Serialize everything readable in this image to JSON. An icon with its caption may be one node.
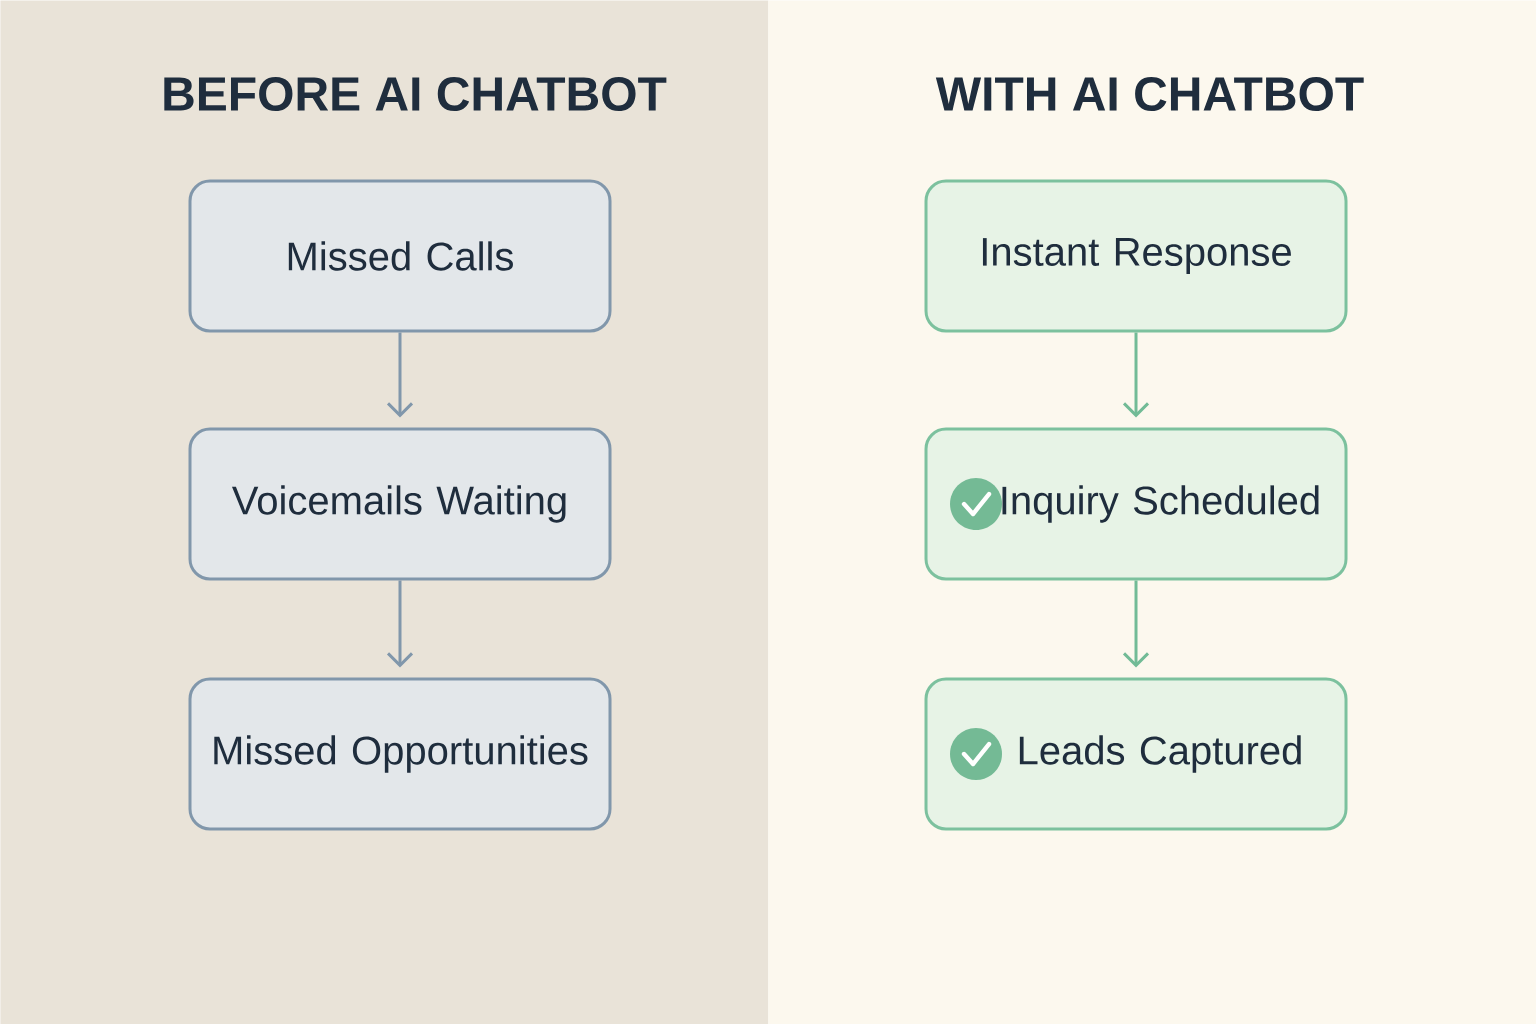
{
  "diagram": {
    "nodes": [
      {
        "text": [
          "BEFORE AI CHATBOT"
        ]
      },
      {
        "text": [
          "Missed Calls"
        ],
        "in": 0
      },
      {
        "text": [
          "Voicemails Waiting"
        ],
        "in": 0
      },
      {
        "text": [
          "Missed Opportunities"
        ],
        "in": 0
      },
      {
        "text": [
          "WITH AI CHATBOT"
        ]
      },
      {
        "text": [
          "Instant Response"
        ],
        "in": 4
      },
      {
        "text": [
          "Inquiry Scheduled"
        ],
        "in": 4
      },
      {
        "text": [
          "Leads Captured"
        ],
        "in": 4
      }
    ],
    "edges": [
      {
        "from": 1,
        "to": 2,
        "arrow": "to",
        "color": "#8197ab"
      },
      {
        "from": 2,
        "to": 3,
        "arrow": "to",
        "color": "#8197ab"
      },
      {
        "from": 5,
        "to": 6,
        "arrow": "to",
        "color": "#72bb96"
      },
      {
        "from": 6,
        "to": 7,
        "arrow": "to",
        "color": "#72bb96"
      }
    ]
  }
}
